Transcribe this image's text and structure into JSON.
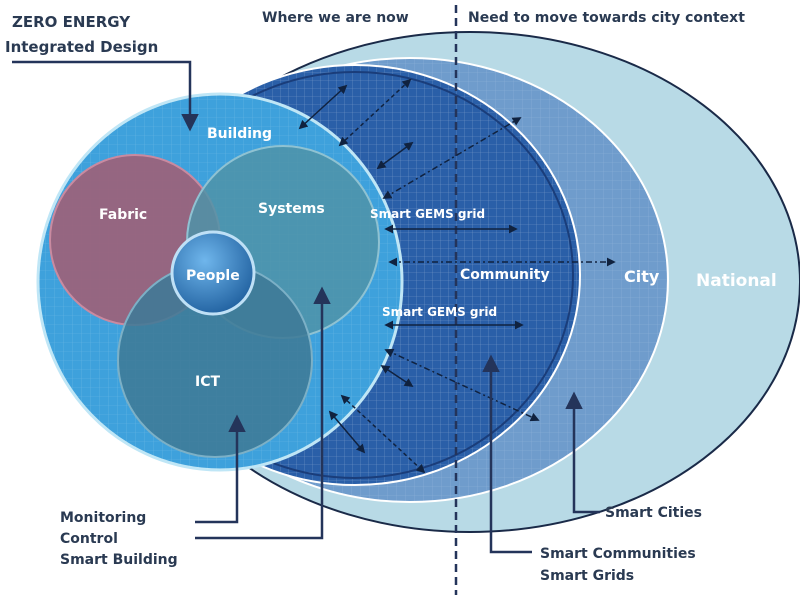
{
  "header": {
    "title_line1": "ZERO ENERGY",
    "title_line2": "Integrated Design",
    "left_heading": "Where we are now",
    "right_heading": "Need to move towards city context"
  },
  "scales": {
    "building": "Building",
    "community": "Community",
    "city": "City",
    "national": "National"
  },
  "circles": {
    "fabric": "Fabric",
    "systems": "Systems",
    "people": "People",
    "ict": "ICT"
  },
  "grid_labels": {
    "upper": "Smart GEMS grid",
    "lower": "Smart GEMS grid"
  },
  "callouts": {
    "building_line1": "Monitoring",
    "building_line2": "Control",
    "building_line3": "Smart Building",
    "cities": "Smart Cities",
    "communities_line1": "Smart Communities",
    "communities_line2": "Smart Grids"
  },
  "colors": {
    "national": "#b8dae6",
    "city": "#6f9ccc",
    "community": "#2a5fa8",
    "building": "#3ea1dc",
    "fabric": "#9c6178",
    "systems": "#4f93a8",
    "ict": "#3f7a96",
    "people": "#2e74b8",
    "text_dark": "#2a3a52",
    "divider": "#24345a"
  }
}
